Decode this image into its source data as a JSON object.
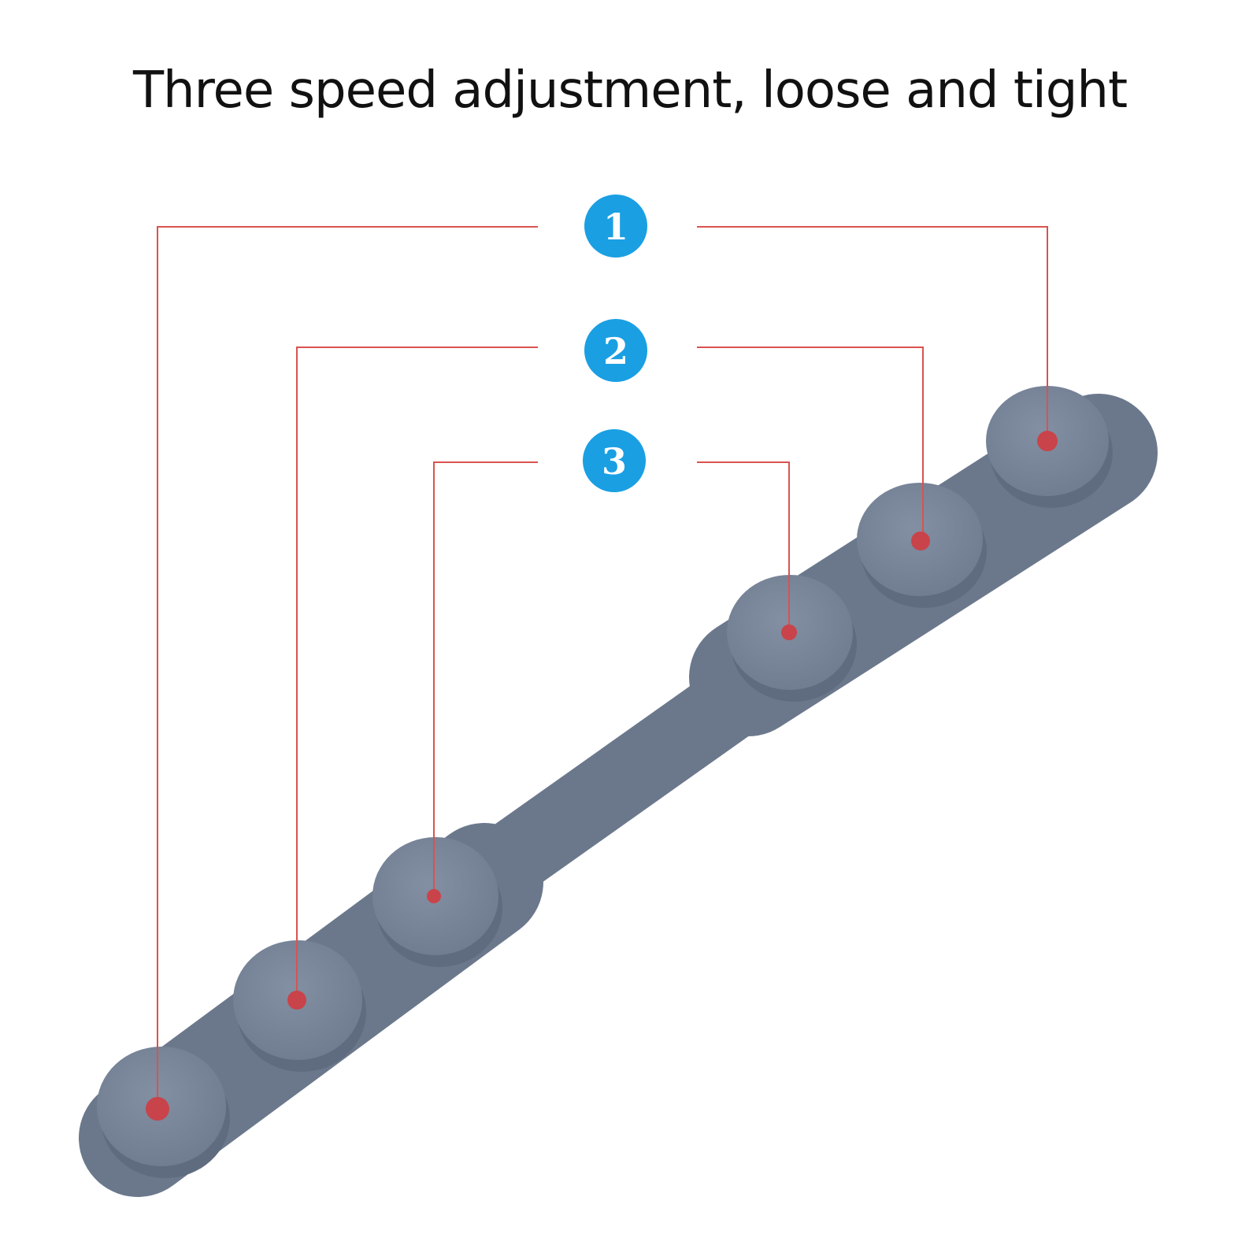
{
  "title": "Three speed adjustment, loose and tight",
  "badges": [
    {
      "label": "1"
    },
    {
      "label": "2"
    },
    {
      "label": "3"
    }
  ],
  "colors": {
    "badge": "#1a9fe3",
    "leader_line": "#d9534f",
    "strap": "#6e7b8f",
    "button": "#7a879a"
  }
}
